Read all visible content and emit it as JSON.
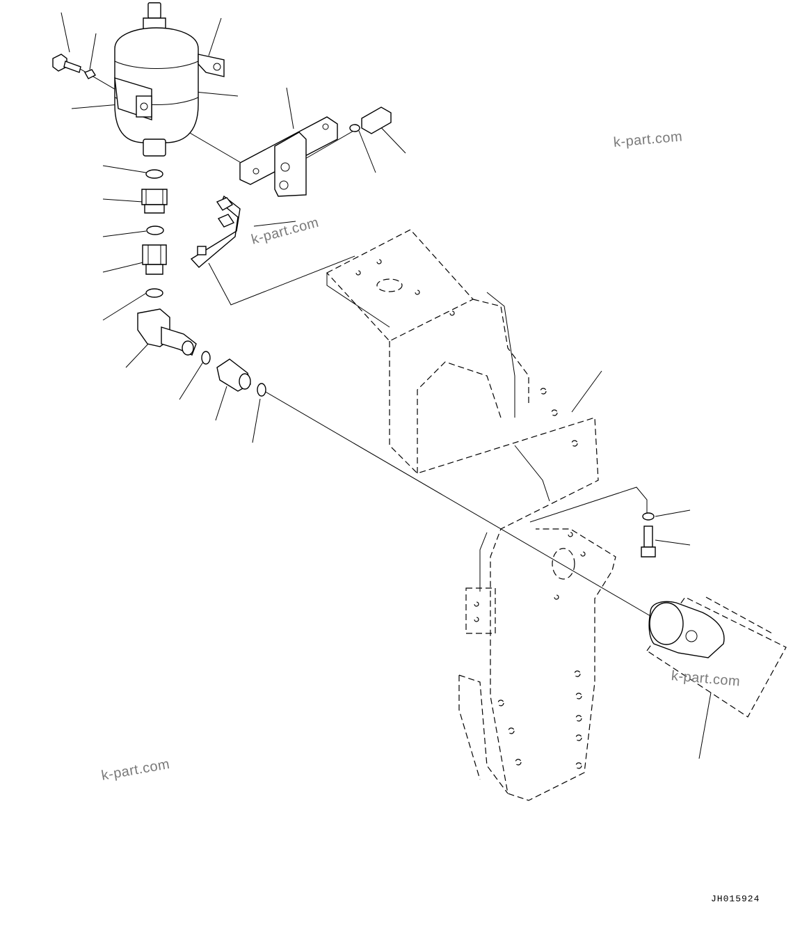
{
  "watermarks": [
    "k-part.com",
    "k-part.com",
    "k-part.com",
    "k-part.com"
  ],
  "drawing_code": "JH015924"
}
